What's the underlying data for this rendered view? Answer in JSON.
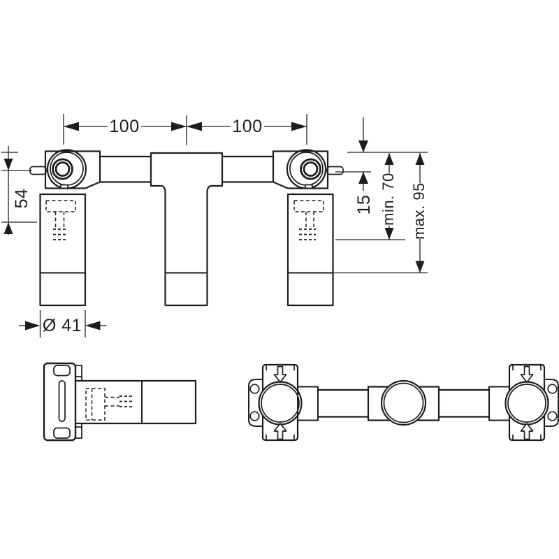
{
  "drawing": {
    "background": "#ffffff",
    "line_color": "#1d1d1b",
    "dimensions": {
      "top_left_span": "100",
      "top_right_span": "100",
      "left_depth": "54",
      "right_offset": "15",
      "min_installation_depth": "min. 70",
      "max_installation_depth": "max. 95",
      "column_diameter": "Ø 41"
    }
  }
}
